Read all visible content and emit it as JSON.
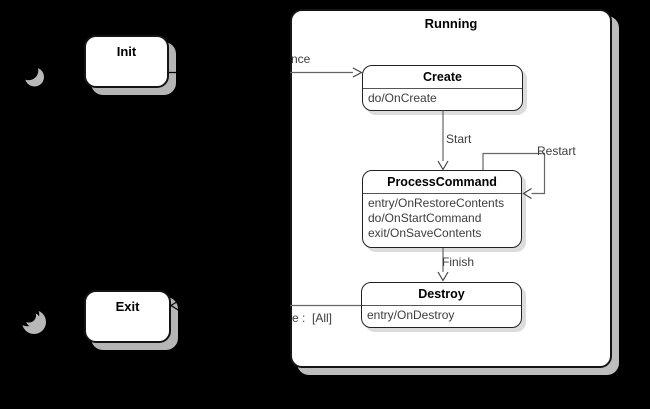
{
  "diagram": {
    "container": {
      "title": "Running"
    },
    "states": {
      "init": {
        "title": "Init"
      },
      "create": {
        "title": "Create",
        "actions": [
          "do/OnCreate"
        ]
      },
      "process_command": {
        "title": "ProcessCommand",
        "actions": [
          "entry/OnRestoreContents",
          "do/OnStartCommand",
          "exit/OnSaveContents"
        ]
      },
      "destroy": {
        "title": "Destroy",
        "actions": [
          "entry/OnDestroy"
        ]
      },
      "exit": {
        "title": "Exit"
      }
    },
    "transitions": {
      "init_to_create_visible_label": "nce",
      "start_label": "Start",
      "restart_label": "Restart",
      "finish_label": "Finish",
      "destroy_to_exit_visible_label": "e :  [All]"
    },
    "colors": {
      "background": "#000000",
      "state_fill": "#ffffff",
      "state_border": "#141414",
      "outer_shadow": "#b5b5b5",
      "inner_shadow": "#dcdcdc",
      "edge_stroke": "#666666",
      "label_text": "#3d3d3d"
    }
  }
}
